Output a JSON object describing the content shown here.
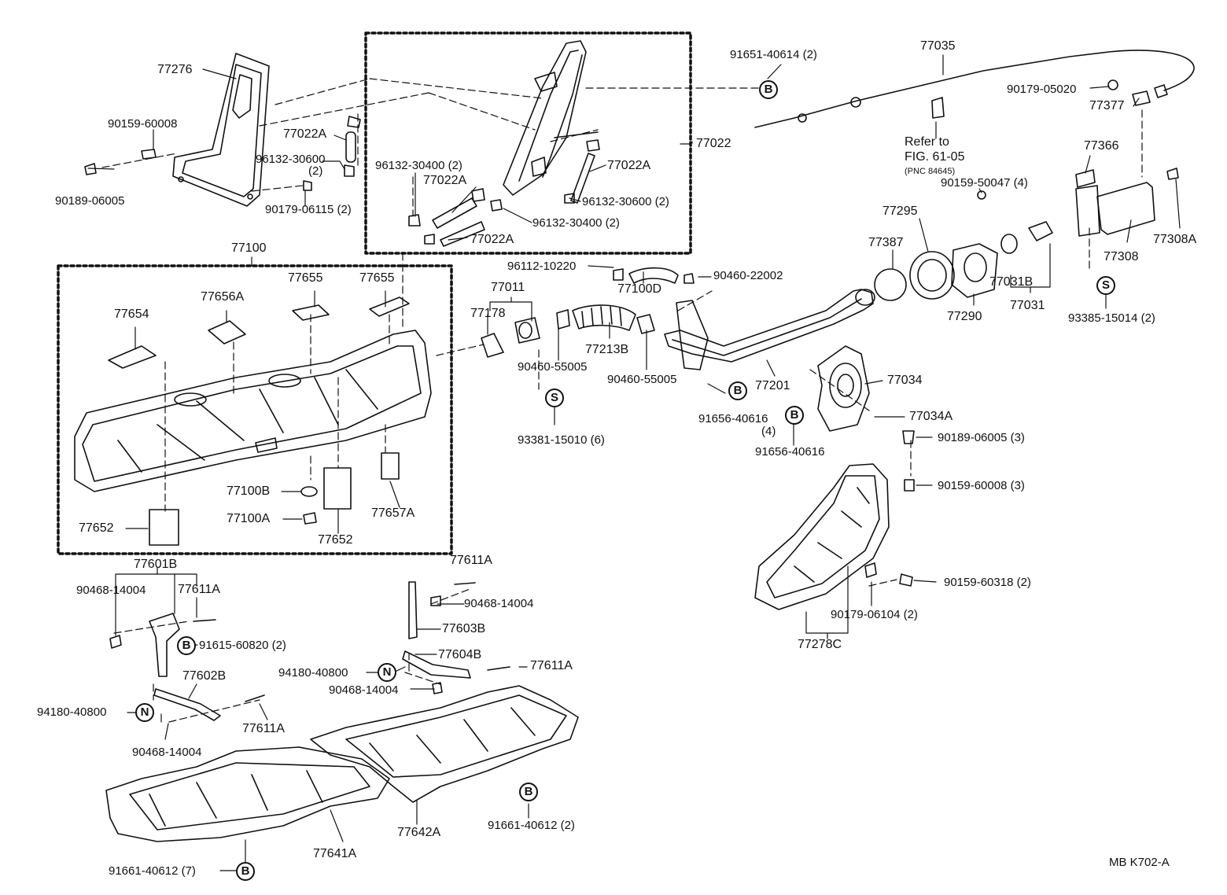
{
  "parts": {
    "p77276": "77276",
    "p90159_60008": "90159-60008",
    "p90189_06005": "90189-06005",
    "p90179_06115": "90179-06115 (2)",
    "p77022A_1": "77022A",
    "p96132_30600a": "96132-30600",
    "p96132_30600a_qty": "(2)",
    "p96132_30400a": "96132-30400 (2)",
    "p77022A_2": "77022A",
    "p77022A_3": "77022A",
    "p77022A_4": "77022A",
    "p96132_30600b": "96132-30600 (2)",
    "p96132_30400b": "96132-30400 (2)",
    "p77022": "77022",
    "p91651_40614": "91651-40614 (2)",
    "p77035": "77035",
    "p90179_05020": "90179-05020",
    "p77377": "77377",
    "refer_line1": "Refer to",
    "refer_line2": "FIG. 61-05",
    "refer_line3": "(PNC 84645)",
    "p77366": "77366",
    "p90159_50047": "90159-50047 (4)",
    "p77295": "77295",
    "p77387": "77387",
    "p77308A": "77308A",
    "p77308": "77308",
    "p77031B": "77031B",
    "p77031": "77031",
    "p77290": "77290",
    "p93385_15014": "93385-15014 (2)",
    "p77100": "77100",
    "p77655a": "77655",
    "p77655b": "77655",
    "p77656A": "77656A",
    "p77654": "77654",
    "p96112_10220": "96112-10220",
    "p90460_22002": "90460-22002",
    "p77100D": "77100D",
    "p77011": "77011",
    "p77178": "77178",
    "p77213B": "77213B",
    "p90460_55005a": "90460-55005",
    "p90460_55005b": "90460-55005",
    "p77201": "77201",
    "p77034": "77034",
    "p91656_40616a": "91656-40616",
    "p91656_40616a_qty": "(4)",
    "p91656_40616b": "91656-40616",
    "p77034A": "77034A",
    "p93381_15010": "93381-15010 (6)",
    "p90189_06005_3": "90189-06005 (3)",
    "p90159_60008_3": "90159-60008 (3)",
    "p77100B": "77100B",
    "p77100A": "77100A",
    "p77652a": "77652",
    "p77652b": "77652",
    "p77657A": "77657A",
    "p77601B": "77601B",
    "p90468_14004a": "90468-14004",
    "p77611A_a": "77611A",
    "p91615_60820": "91615-60820 (2)",
    "p77602B": "77602B",
    "p94180_40800a": "94180-40800",
    "p77611A_b": "77611A",
    "p90468_14004b": "90468-14004",
    "p77611A_c": "77611A",
    "p90468_14004c": "90468-14004",
    "p77603B": "77603B",
    "p77604B": "77604B",
    "p94180_40800b": "94180-40800",
    "p77611A_d": "77611A",
    "p90468_14004d": "90468-14004",
    "p90159_60318": "90159-60318 (2)",
    "p90179_06104": "90179-06104 (2)",
    "p77278C": "77278C",
    "p77642A": "77642A",
    "p91661_40612a": "91661-40612 (2)",
    "p77641A": "77641A",
    "p91661_40612b": "91661-40612 (7)",
    "code": "MB  K702-A"
  },
  "symbols": {
    "bolt": "B",
    "stud": "S",
    "nut": "N"
  }
}
